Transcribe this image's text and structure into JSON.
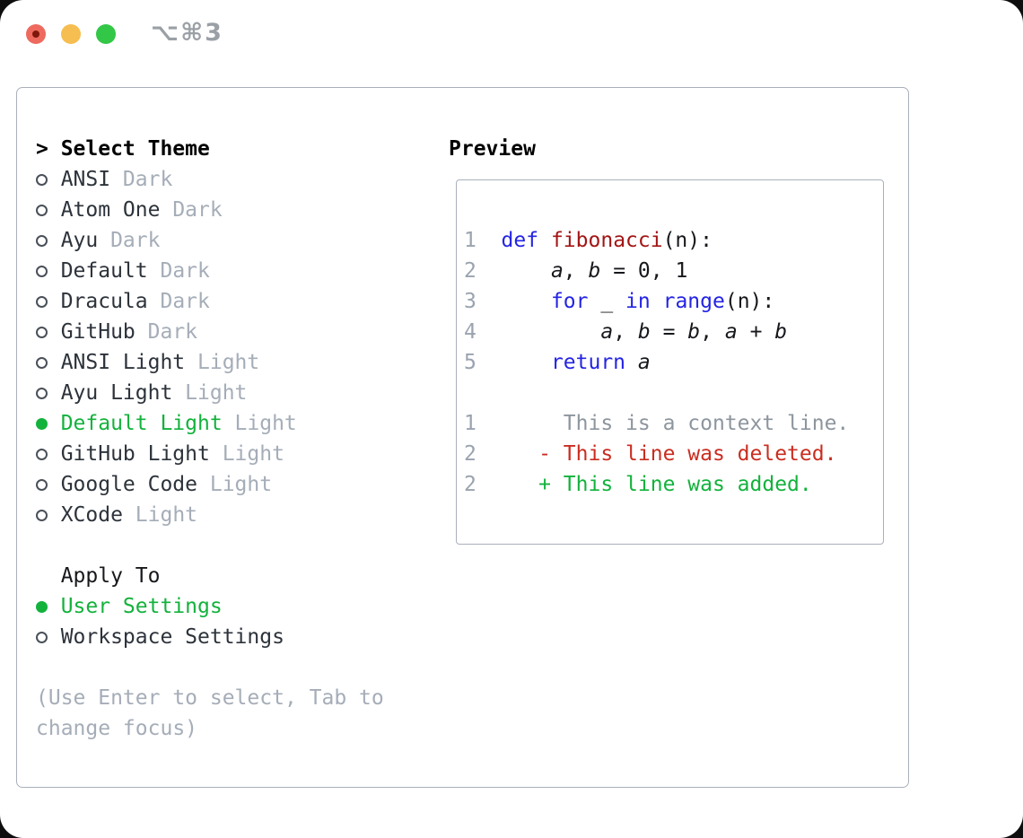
{
  "titlebar": {
    "shortcut": "⌥⌘3"
  },
  "colors": {
    "accent_green": "#13b23c",
    "keyword_blue": "#2424e4",
    "function_red": "#a31515",
    "deleted_red": "#ca2d20",
    "added_green": "#13b23c",
    "muted_gray": "#a5adb8",
    "border_gray": "#a9b0bb",
    "traffic_red": "#ee6a5e",
    "traffic_yellow": "#f6be50",
    "traffic_green": "#33c747"
  },
  "theme_panel": {
    "header": {
      "arrow": ">",
      "label": "Select Theme"
    },
    "items": [
      {
        "name": "ANSI",
        "variant": "Dark",
        "selected": false
      },
      {
        "name": "Atom One",
        "variant": "Dark",
        "selected": false
      },
      {
        "name": "Ayu",
        "variant": "Dark",
        "selected": false
      },
      {
        "name": "Default",
        "variant": "Dark",
        "selected": false
      },
      {
        "name": "Dracula",
        "variant": "Dark",
        "selected": false
      },
      {
        "name": "GitHub",
        "variant": "Dark",
        "selected": false
      },
      {
        "name": "ANSI Light",
        "variant": "Light",
        "selected": false
      },
      {
        "name": "Ayu Light",
        "variant": "Light",
        "selected": false
      },
      {
        "name": "Default Light",
        "variant": "Light",
        "selected": true
      },
      {
        "name": "GitHub Light",
        "variant": "Light",
        "selected": false
      },
      {
        "name": "Google Code",
        "variant": "Light",
        "selected": false
      },
      {
        "name": "XCode",
        "variant": "Light",
        "selected": false
      }
    ],
    "apply_to": {
      "label": "Apply To",
      "options": [
        {
          "name": "User Settings",
          "selected": true
        },
        {
          "name": "Workspace Settings",
          "selected": false
        }
      ]
    },
    "hint_lines": [
      "(Use Enter to select, Tab to",
      "change focus)"
    ]
  },
  "preview": {
    "label": "Preview",
    "lines": [
      {
        "tokens": [
          {
            "t": "1  ",
            "c": "num"
          },
          {
            "t": "def",
            "c": "kw"
          },
          {
            "t": " ",
            "c": "pl"
          },
          {
            "t": "fibonacci",
            "c": "fn"
          },
          {
            "t": "(n):",
            "c": "pl"
          }
        ]
      },
      {
        "tokens": [
          {
            "t": "2  ",
            "c": "num"
          },
          {
            "t": "    ",
            "c": "pl"
          },
          {
            "t": "a",
            "c": "var"
          },
          {
            "t": ", ",
            "c": "pl"
          },
          {
            "t": "b",
            "c": "var"
          },
          {
            "t": " = 0, 1",
            "c": "pl"
          }
        ]
      },
      {
        "tokens": [
          {
            "t": "3  ",
            "c": "num"
          },
          {
            "t": "    ",
            "c": "pl"
          },
          {
            "t": "for",
            "c": "kw"
          },
          {
            "t": " _ ",
            "c": "pl"
          },
          {
            "t": "in",
            "c": "kw"
          },
          {
            "t": " ",
            "c": "pl"
          },
          {
            "t": "range",
            "c": "kw"
          },
          {
            "t": "(n):",
            "c": "pl"
          }
        ]
      },
      {
        "tokens": [
          {
            "t": "4  ",
            "c": "num"
          },
          {
            "t": "        ",
            "c": "pl"
          },
          {
            "t": "a",
            "c": "var"
          },
          {
            "t": ", ",
            "c": "pl"
          },
          {
            "t": "b",
            "c": "var"
          },
          {
            "t": " = ",
            "c": "pl"
          },
          {
            "t": "b",
            "c": "var"
          },
          {
            "t": ", ",
            "c": "pl"
          },
          {
            "t": "a",
            "c": "var"
          },
          {
            "t": " + ",
            "c": "pl"
          },
          {
            "t": "b",
            "c": "var"
          }
        ]
      },
      {
        "tokens": [
          {
            "t": "5  ",
            "c": "num"
          },
          {
            "t": "    ",
            "c": "pl"
          },
          {
            "t": "return",
            "c": "kw"
          },
          {
            "t": " ",
            "c": "pl"
          },
          {
            "t": "a",
            "c": "var"
          }
        ]
      },
      {
        "tokens": []
      },
      {
        "tokens": [
          {
            "t": "1",
            "c": "num"
          },
          {
            "t": "       This is a context line.",
            "c": "ctx"
          }
        ]
      },
      {
        "tokens": [
          {
            "t": "2",
            "c": "num"
          },
          {
            "t": "     - This line was deleted.",
            "c": "del"
          }
        ]
      },
      {
        "tokens": [
          {
            "t": "2",
            "c": "num"
          },
          {
            "t": "     + This line was added.",
            "c": "add"
          }
        ]
      }
    ]
  }
}
